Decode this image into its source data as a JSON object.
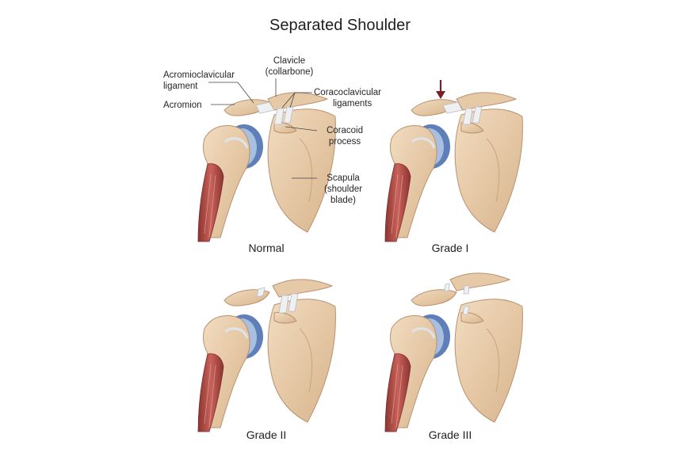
{
  "title": "Separated Shoulder",
  "labels": {
    "clavicle_line1": "Clavicle",
    "clavicle_line2": "(collarbone)",
    "acromioclavicular_line1": "Acromioclavicular",
    "acromioclavicular_line2": "ligament",
    "acromion": "Acromion",
    "coracoclavicular_line1": "Coracoclavicular",
    "coracoclavicular_line2": "ligaments",
    "coracoid_line1": "Coracoid",
    "coracoid_line2": "process",
    "scapula_line1": "Scapula",
    "scapula_line2": "(shoulder",
    "scapula_line3": "blade)"
  },
  "panels": [
    {
      "caption": "Normal",
      "grade": 0
    },
    {
      "caption": "Grade I",
      "grade": 1
    },
    {
      "caption": "Grade II",
      "grade": 2
    },
    {
      "caption": "Grade III",
      "grade": 3
    }
  ],
  "colors": {
    "bone": "#e6c9a6",
    "bone_shadow": "#c9a47f",
    "muscle": "#b5544f",
    "muscle_dark": "#8c3431",
    "cartilage_blue": "#5f7fb8",
    "ligament": "#eef0f2",
    "arrow": "#7a1f23"
  }
}
